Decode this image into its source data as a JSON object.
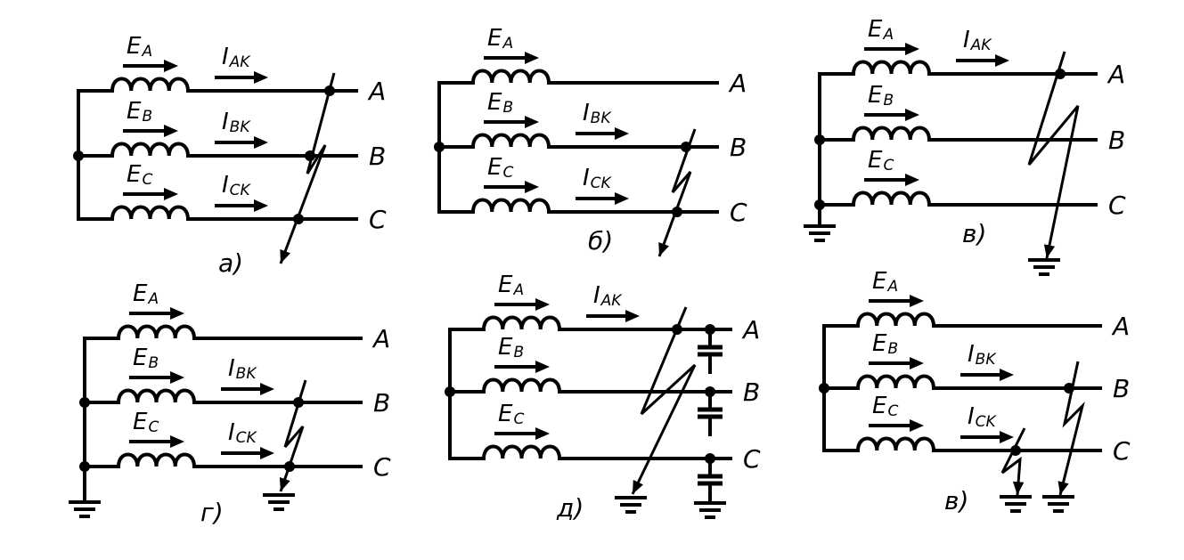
{
  "figure": {
    "panels": [
      {
        "id": "a",
        "caption": "а)",
        "phases": [
          {
            "emf": "E",
            "emf_sub": "A",
            "current": "I",
            "current_sub": "AK",
            "name": "A"
          },
          {
            "emf": "E",
            "emf_sub": "B",
            "current": "I",
            "current_sub": "BK",
            "name": "B"
          },
          {
            "emf": "E",
            "emf_sub": "C",
            "current": "I",
            "current_sub": "CK",
            "name": "C"
          }
        ]
      },
      {
        "id": "b",
        "caption": "б)",
        "phases": [
          {
            "emf": "E",
            "emf_sub": "A",
            "current": "",
            "current_sub": "",
            "name": "A"
          },
          {
            "emf": "E",
            "emf_sub": "B",
            "current": "I",
            "current_sub": "BK",
            "name": "B"
          },
          {
            "emf": "E",
            "emf_sub": "C",
            "current": "I",
            "current_sub": "CK",
            "name": "C"
          }
        ]
      },
      {
        "id": "v",
        "caption": "в)",
        "phases": [
          {
            "emf": "E",
            "emf_sub": "A",
            "current": "I",
            "current_sub": "AK",
            "name": "A"
          },
          {
            "emf": "E",
            "emf_sub": "B",
            "current": "",
            "current_sub": "",
            "name": "B"
          },
          {
            "emf": "E",
            "emf_sub": "C",
            "current": "",
            "current_sub": "",
            "name": "C"
          }
        ]
      },
      {
        "id": "g",
        "caption": "г)",
        "phases": [
          {
            "emf": "E",
            "emf_sub": "A",
            "current": "",
            "current_sub": "",
            "name": "A"
          },
          {
            "emf": "E",
            "emf_sub": "B",
            "current": "I",
            "current_sub": "BK",
            "name": "B"
          },
          {
            "emf": "E",
            "emf_sub": "C",
            "current": "I",
            "current_sub": "CK",
            "name": "C"
          }
        ]
      },
      {
        "id": "d",
        "caption": "д)",
        "phases": [
          {
            "emf": "E",
            "emf_sub": "A",
            "current": "I",
            "current_sub": "AK",
            "name": "A"
          },
          {
            "emf": "E",
            "emf_sub": "B",
            "current": "",
            "current_sub": "",
            "name": "B"
          },
          {
            "emf": "E",
            "emf_sub": "C",
            "current": "",
            "current_sub": "",
            "name": "C"
          }
        ]
      },
      {
        "id": "e",
        "caption": "в)",
        "phases": [
          {
            "emf": "E",
            "emf_sub": "A",
            "current": "",
            "current_sub": "",
            "name": "A"
          },
          {
            "emf": "E",
            "emf_sub": "B",
            "current": "I",
            "current_sub": "BK",
            "name": "B"
          },
          {
            "emf": "E",
            "emf_sub": "C",
            "current": "I",
            "current_sub": "CK",
            "name": "C"
          }
        ]
      }
    ]
  }
}
